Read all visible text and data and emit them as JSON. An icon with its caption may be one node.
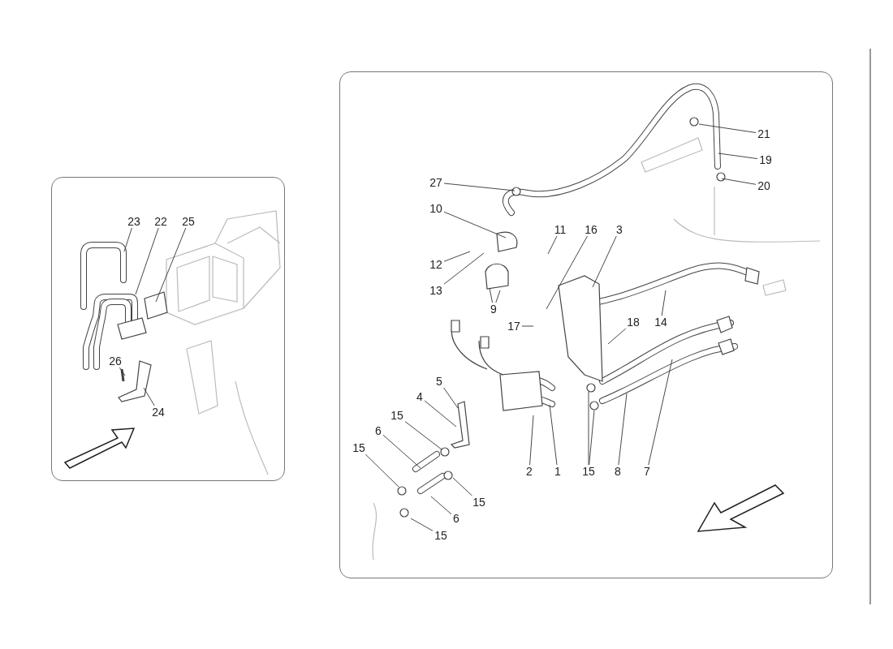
{
  "diagram": {
    "nodes": [
      {
        "text": [],
        "shape": "box"
      },
      {
        "text": [],
        "shape": "box"
      },
      {
        "text": [
          "23"
        ],
        "in": 0
      },
      {
        "text": [
          "22"
        ],
        "in": 0
      },
      {
        "text": [
          "25"
        ],
        "in": 0
      },
      {
        "text": [
          "26"
        ],
        "in": 0
      },
      {
        "text": [
          "24"
        ],
        "in": 0
      },
      {
        "text": [
          "21"
        ],
        "in": 1
      },
      {
        "text": [
          "19"
        ],
        "in": 1
      },
      {
        "text": [
          "20"
        ],
        "in": 1
      },
      {
        "text": [
          "27"
        ],
        "in": 1
      },
      {
        "text": [
          "10"
        ],
        "in": 1
      },
      {
        "text": [
          "11"
        ],
        "in": 1
      },
      {
        "text": [
          "16"
        ],
        "in": 1
      },
      {
        "text": [
          "3"
        ],
        "in": 1
      },
      {
        "text": [
          "12"
        ],
        "in": 1
      },
      {
        "text": [
          "13"
        ],
        "in": 1
      },
      {
        "text": [
          "9"
        ],
        "in": 1
      },
      {
        "text": [
          "17"
        ],
        "in": 1
      },
      {
        "text": [
          "18"
        ],
        "in": 1
      },
      {
        "text": [
          "14"
        ],
        "in": 1
      },
      {
        "text": [
          "5"
        ],
        "in": 1
      },
      {
        "text": [
          "4"
        ],
        "in": 1
      },
      {
        "text": [
          "15"
        ],
        "in": 1
      },
      {
        "text": [
          "6"
        ],
        "in": 1
      },
      {
        "text": [
          "15"
        ],
        "in": 1
      },
      {
        "text": [
          "2"
        ],
        "in": 1
      },
      {
        "text": [
          "1"
        ],
        "in": 1
      },
      {
        "text": [
          "15"
        ],
        "in": 1
      },
      {
        "text": [
          "8"
        ],
        "in": 1
      },
      {
        "text": [
          "7"
        ],
        "in": 1
      },
      {
        "text": [
          "15"
        ],
        "in": 1
      },
      {
        "text": [
          "6"
        ],
        "in": 1
      },
      {
        "text": [
          "15"
        ],
        "in": 1
      }
    ],
    "edges": [
      {
        "from": 2,
        "to": null,
        "arrow": "none"
      },
      {
        "from": 3,
        "to": null,
        "arrow": "none"
      },
      {
        "from": 4,
        "to": null,
        "arrow": "none"
      },
      {
        "from": 5,
        "to": null,
        "arrow": "none"
      },
      {
        "from": 6,
        "to": null,
        "arrow": "none"
      },
      {
        "from": 7,
        "to": null,
        "arrow": "none"
      },
      {
        "from": 8,
        "to": null,
        "arrow": "none"
      },
      {
        "from": 9,
        "to": null,
        "arrow": "none"
      },
      {
        "from": 10,
        "to": null,
        "arrow": "none"
      },
      {
        "from": 11,
        "to": null,
        "arrow": "none"
      },
      {
        "from": 12,
        "to": null,
        "arrow": "none"
      },
      {
        "from": 13,
        "to": null,
        "arrow": "none"
      },
      {
        "from": 14,
        "to": null,
        "arrow": "none"
      },
      {
        "from": 15,
        "to": null,
        "arrow": "none"
      },
      {
        "from": 16,
        "to": null,
        "arrow": "none"
      },
      {
        "from": 17,
        "to": null,
        "arrow": "none"
      },
      {
        "from": 17,
        "to": null,
        "arrow": "none"
      },
      {
        "from": 18,
        "to": null,
        "arrow": "none"
      },
      {
        "from": 19,
        "to": null,
        "arrow": "none"
      },
      {
        "from": 20,
        "to": null,
        "arrow": "none"
      },
      {
        "from": 21,
        "to": null,
        "arrow": "none"
      },
      {
        "from": 22,
        "to": null,
        "arrow": "none"
      },
      {
        "from": 23,
        "to": null,
        "arrow": "none"
      },
      {
        "from": 24,
        "to": null,
        "arrow": "none"
      },
      {
        "from": 25,
        "to": null,
        "arrow": "none"
      },
      {
        "from": 26,
        "to": null,
        "arrow": "none"
      },
      {
        "from": 27,
        "to": null,
        "arrow": "none"
      },
      {
        "from": 28,
        "to": null,
        "arrow": "none"
      },
      {
        "from": 28,
        "to": null,
        "arrow": "none"
      },
      {
        "from": 29,
        "to": null,
        "arrow": "none"
      },
      {
        "from": 30,
        "to": null,
        "arrow": "none"
      },
      {
        "from": 31,
        "to": null,
        "arrow": "none"
      },
      {
        "from": 32,
        "to": null,
        "arrow": "none"
      },
      {
        "from": 33,
        "to": null,
        "arrow": "none"
      }
    ]
  }
}
